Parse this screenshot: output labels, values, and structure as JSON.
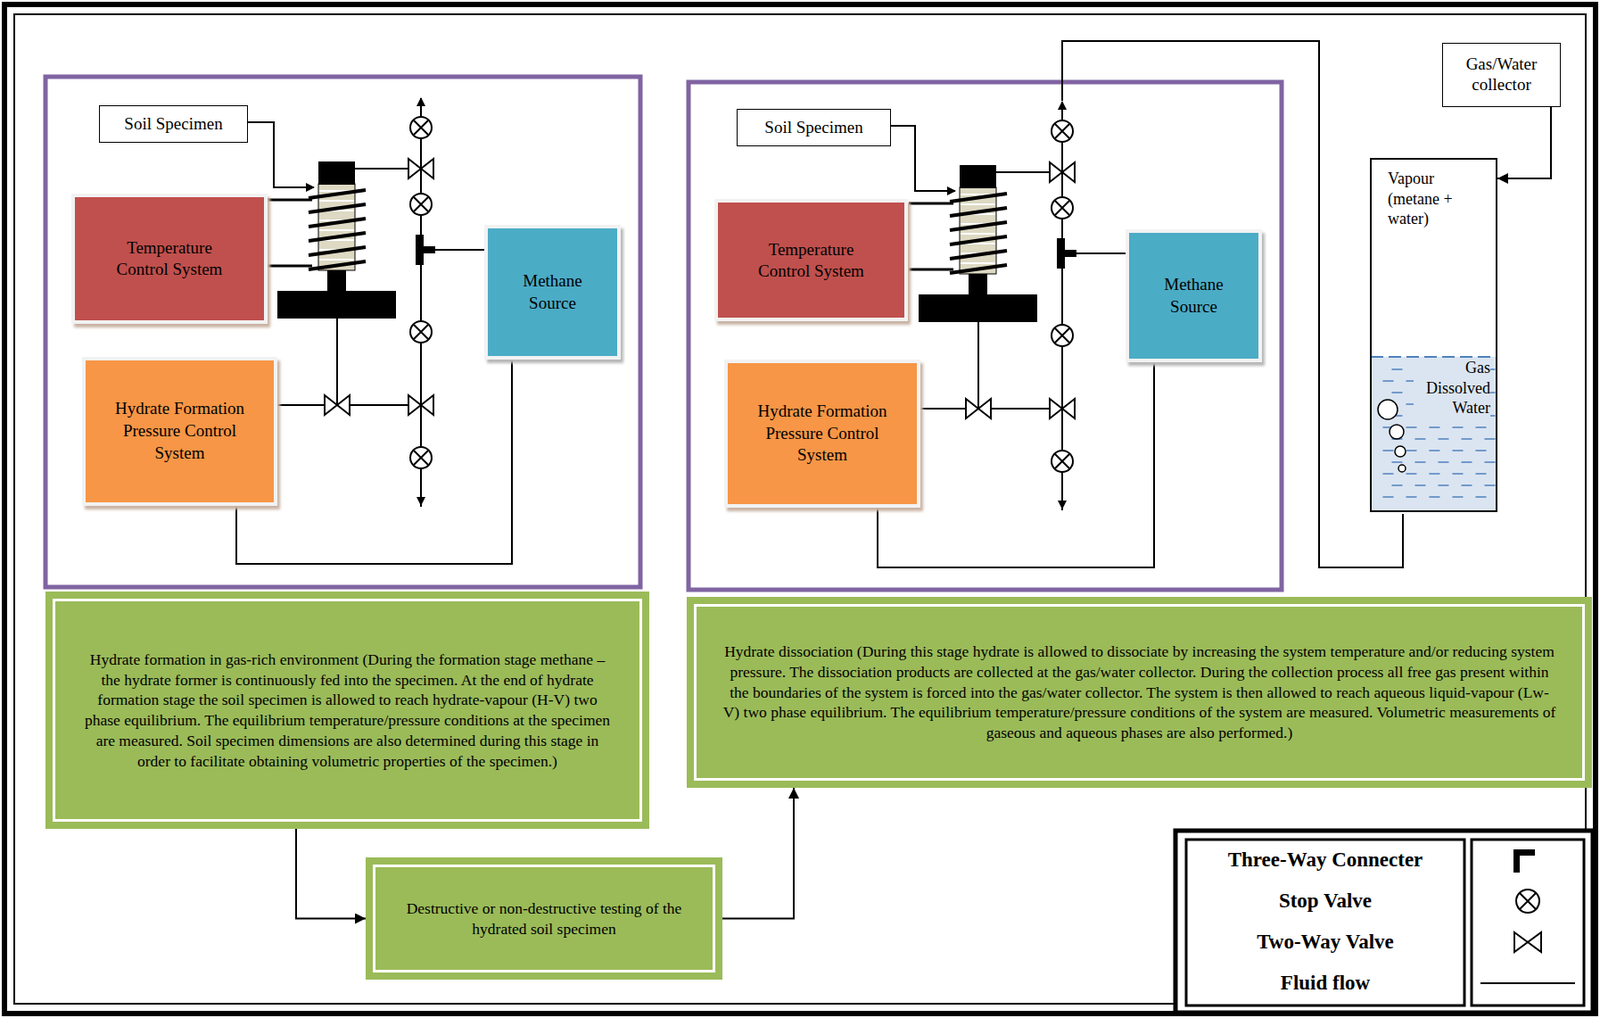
{
  "diagram": {
    "nodes": [
      {
        "text": [
          "Soil Specimen"
        ]
      },
      {
        "text": [
          "Temperature Control System"
        ]
      },
      {
        "text": [
          "Hydrate Formation Pressure Control System"
        ]
      },
      {
        "text": [
          "Methane Source"
        ]
      },
      {
        "text": [
          "Soil Specimen"
        ]
      },
      {
        "text": [
          "Temperature Control System"
        ]
      },
      {
        "text": [
          "Hydrate Formation Pressure Control System"
        ]
      },
      {
        "text": [
          "Methane Source"
        ]
      },
      {
        "text": [
          "Gas/Water collector"
        ]
      },
      {
        "text": [
          "Vapour (metane + water)",
          "Gas Dissolved Water"
        ]
      },
      {
        "text": [
          "Hydrate formation in gas-rich environment (During the formation stage methane – the hydrate former is continuously fed into the specimen.  At the end of hydrate formation stage the soil specimen is allowed to reach hydrate-vapour (H-V) two phase equilibrium. The equilibrium temperature/pressure conditions at the specimen are measured. Soil specimen dimensions are also determined during this stage in order to facilitate obtaining volumetric properties of the specimen.)"
        ]
      },
      {
        "text": [
          "Destructive or non-destructive testing of the hydrated soil specimen"
        ]
      },
      {
        "text": [
          "Hydrate dissociation (During this stage hydrate is allowed to dissociate by increasing the system temperature and/or reducing system pressure. The dissociation products are collected at the gas/water collector. During the collection process all free gas present within the boundaries of the system is forced into the gas/water collector. The system is then allowed to reach aqueous liquid-vapour (Lw-V) two phase equilibrium. The equilibrium temperature/pressure conditions of the system are measured. Volumetric measurements of gaseous and aqueous phases are also performed.)"
        ]
      }
    ],
    "edges": [
      {
        "from": 10,
        "to": 11,
        "arrow": "to"
      },
      {
        "from": 11,
        "to": 12,
        "arrow": "to"
      },
      {
        "from": 8,
        "to": 9,
        "arrow": "to"
      },
      {
        "from": 2,
        "to": 3,
        "arrow": "none"
      },
      {
        "from": 6,
        "to": 7,
        "arrow": "none"
      }
    ],
    "legend": [
      {
        "text": "Three-Way Connecter"
      },
      {
        "text": "Stop Valve"
      },
      {
        "text": "Two-Way Valve"
      },
      {
        "text": "Fluid flow"
      }
    ]
  }
}
